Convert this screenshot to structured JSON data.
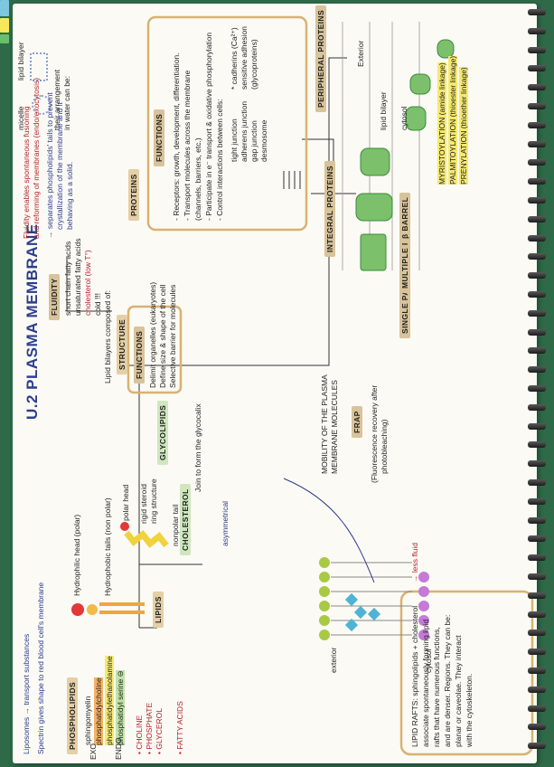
{
  "title": "U.2 PLASMA MEMBRANE",
  "intro": {
    "liposomes": "Liposomes → transport substances",
    "spectrin": "Spectrin gives shape to red blood cell's membrane"
  },
  "structure": {
    "label": "STRUCTURE",
    "composed": "Lipid bilayers composed of:",
    "functions_label": "FUNCTIONS",
    "functions": [
      "Delimit organelles (eukaryotes)",
      "Define size & shape of the cell",
      "Selective barrier for molecules"
    ]
  },
  "fluidity": {
    "label": "FLUIDITY",
    "items": [
      "short chain fatty acids",
      "unsaturated fatty acids",
      "cholesterol (low T°)",
      "cold !!!"
    ],
    "note1": "Fluidity enables spontaneous fusioning",
    "note2": "and reforming of membranes (endo/exocytosis)",
    "note3": "→ separates phospholipids' tails to prevent",
    "note4": "crystallization of the membrane and it",
    "note5": "behaving as a solid."
  },
  "proteins": {
    "label": "PROTEINS",
    "functions_label": "FUNCTIONS",
    "functions": [
      "- Receptors: growth, development, differentiation.",
      "- Transport molecules across the membrane",
      "  (channels, barriers, etc.)",
      "- Participate in e⁻ transport & oxidative phosphorylation",
      "- Control interactions between cells:"
    ],
    "junctions": [
      "tight junction",
      "adherens junction",
      "gap junction",
      "desmosome"
    ],
    "cadherins": "* cadherins (Ca²⁺)",
    "cadherins2": "sensitive adhesion",
    "cadherins3": "(glycoproteins)",
    "peripheral_label": "PERIPHERAL PROTEINS",
    "integral_label": "INTEGRAL PROTEINS",
    "exterior": "Exterior",
    "lipid_bilayer": "lipid bilayer",
    "cytosol": "cytosol",
    "single_pass": "SINGLE PASS",
    "multiple_pass": "MULTIPLE PASS",
    "barrel": "β BARREL",
    "anchors": [
      "MYRISTOYLATION (amide linkage)",
      "PALMITOYLATION (thioester linkage)",
      "PRENYLATION (thioether linkage)"
    ]
  },
  "lipids": {
    "label": "LIPIDS",
    "phospholipids_label": "PHOSPHOLIPIDS",
    "phospholipids": [
      "sphingomyelin",
      "phosphatidylcholine",
      "phosphatidylethanolamine",
      "phosphatidyl serine ⊖"
    ],
    "sides": [
      "EXO",
      "ENDO"
    ],
    "micelle": "micelle",
    "bilayer": "lipid bilayer",
    "arrangement": "their arrangement",
    "arrangement2": "in water can be:",
    "head_parts": [
      "• CHOLINE",
      "• PHOSPHATE",
      "• GLYCEROL"
    ],
    "fatty_acids": "• FATTY ACIDS",
    "hydrophilic": "Hydrophilic head (polar)",
    "hydrophobic": "Hydrophobic tails (non polar)",
    "cholesterol_label": "CHOLESTEROL",
    "polar_head": "polar head",
    "rigid_steroid": "rigid steroid",
    "ring_structure": "ring structure",
    "nonpolar_tail": "nonpolar tail",
    "asymmetrical": "asymmetrical",
    "glycolipids_label": "GLYCOLIPIDS",
    "glycocalix": "Join to form the glycocalix",
    "exterior": "exterior",
    "cytosol": "cytosol"
  },
  "mobility": {
    "line1": "MOBILITY OF THE PLASMA",
    "line2": "MEMBRANE MOLECULES",
    "frap": "FRAP",
    "frap_desc1": "(Fluorescence recovery after",
    "frap_desc2": "photobleaching)"
  },
  "lipid_rafts": {
    "lines": [
      "LIPID RAFTS: sphingolipids + cholesterol",
      "associate spontaneously forming lipid",
      "rafts that have numerous functions,",
      "and are denser. Regions. They can be:",
      "planar or caveolae. They interact",
      "with the cytoskeleton."
    ],
    "less_fluid": "→ less fluid"
  },
  "colors": {
    "ink_blue": "#2c3a8c",
    "ink_red": "#b8202a",
    "tan_box": "#d9b271",
    "green_protein": "#7cc06b",
    "page_bg": "#fbfaf5"
  }
}
